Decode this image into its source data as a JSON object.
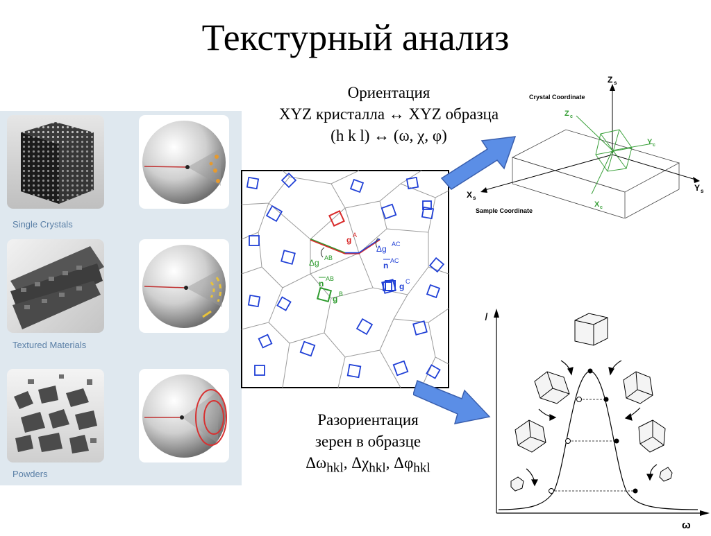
{
  "title": "Текстурный анализ",
  "orientation": {
    "line1": "Ориентация",
    "line2": "XYZ кристалла ↔ XYZ образца",
    "line3": "(h k l) ↔ (ω, χ, φ)"
  },
  "misorientation": {
    "line1": "Разориентация",
    "line2": "зерен в образце",
    "delta_omega": "Δω",
    "delta_chi": "Δχ",
    "delta_phi": "Δφ",
    "subscript": "hkl",
    "sep": ", "
  },
  "categories": [
    {
      "label": "Single Crystals"
    },
    {
      "label": "Textured Materials"
    },
    {
      "label": "Powders"
    }
  ],
  "crystal_coord": {
    "crystal_label": "Crystal Coordinate",
    "sample_label": "Sample Coordinate",
    "zs": "Z",
    "xs": "X",
    "ys": "Y",
    "s_sub": "s",
    "zc": "Z",
    "yc": "Y",
    "xc": "X",
    "c_sub": "c"
  },
  "grain_map": {
    "gA": "g",
    "gA_sup": "A",
    "gB": "g",
    "gB_sup": "B",
    "gC": "g",
    "gC_sup": "C",
    "dgAB": "Δg",
    "dgAB_sup": "AB",
    "dgAC": "Δg",
    "dgAC_sup": "AC",
    "nAB": "n",
    "nAB_sup": "AB",
    "nAC": "n",
    "nAC_sup": "AC"
  },
  "peak_plot": {
    "y_label": "I",
    "x_label": "ω"
  },
  "colors": {
    "blue": "#1f3fd6",
    "red": "#d92b2b",
    "green": "#2e9b2e",
    "arrow": "#5b8ee6",
    "panel": "#dfe8ef",
    "label": "#5a7fa6"
  }
}
